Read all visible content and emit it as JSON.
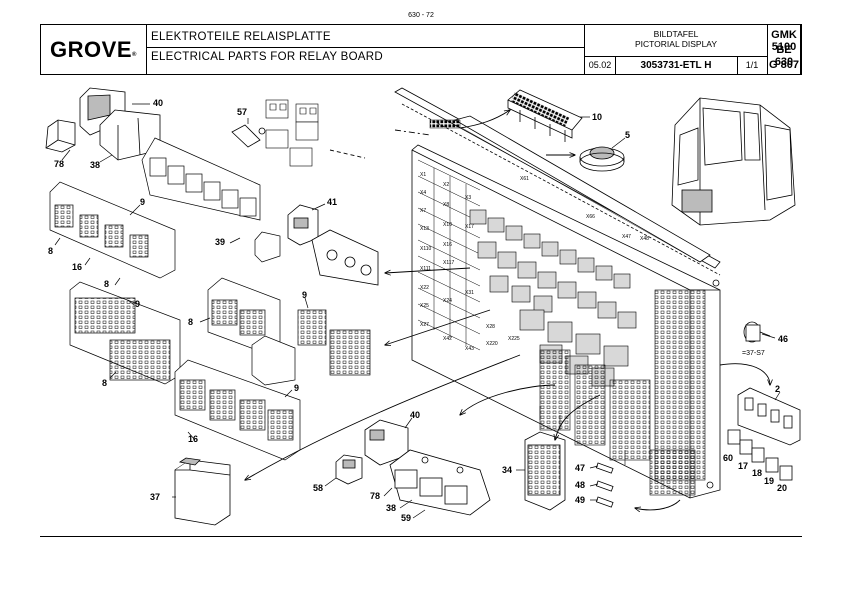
{
  "page_number": "630 - 72",
  "header": {
    "logo": "GROVE",
    "title_de": "ELEKTROTEILE  RELAISPLATTE",
    "title_en": "ELECTRICAL  PARTS  FOR  RELAY  BOARD",
    "bildtafel": "BILDTAFEL",
    "pictorial": "PICTORIAL DISPLAY",
    "date": "05.02",
    "part_number": "3053731-ETL H",
    "sheet": "1/1",
    "model_line1": "GMK  5100",
    "model_line2": "BE  630",
    "model_line3": "G  807"
  },
  "callouts": {
    "c40a": "40",
    "c78a": "78",
    "c38a": "38",
    "c57": "57",
    "c10": "10",
    "c5": "5",
    "c9a": "9",
    "c8a": "8",
    "c16a": "16",
    "c8b": "8",
    "c39": "39",
    "c41": "41",
    "c9b": "9",
    "c8c": "8",
    "c9c": "9",
    "c8d": "8",
    "c9d": "9",
    "c16b": "16",
    "c46": "46",
    "c37s7": "=37-S7",
    "c2": "2",
    "c60": "60",
    "c17": "17",
    "c18": "18",
    "c19": "19",
    "c20": "20",
    "c40b": "40",
    "c37": "37",
    "c58": "58",
    "c78b": "78",
    "c38b": "38",
    "c59": "59",
    "c34": "34",
    "c47": "47",
    "c48": "48",
    "c49": "49"
  },
  "slot_labels": {
    "x1": "X1",
    "x2": "X2",
    "x3": "X3",
    "x4": "X4",
    "x7": "X7",
    "x8": "X8",
    "x10": "X10",
    "x13": "X13",
    "x16": "X16",
    "x17": "X17",
    "x22": "X22",
    "x24": "X24",
    "x25": "X25",
    "x27": "X27",
    "x28": "X28",
    "x31": "X31",
    "x42": "X42",
    "x43": "X43",
    "x61": "X61",
    "x66": "X66",
    "x110": "X110",
    "x111": "X111",
    "x117": "X117",
    "x220": "X220",
    "x225": "X225",
    "x47": "X47",
    "x48": "X48"
  }
}
